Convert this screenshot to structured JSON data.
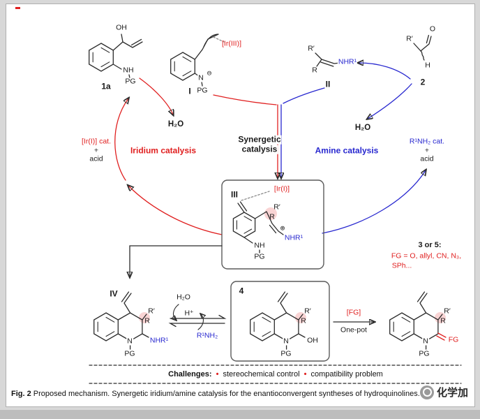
{
  "colors": {
    "red": "#e02020",
    "blue": "#2727cf",
    "pink_highlight": "#f6b9b9"
  },
  "top": {
    "s1a": {
      "oh": "OH",
      "nh": "NH",
      "pg": "PG",
      "label": "1a"
    },
    "sI": {
      "ir": "[Ir(III)]",
      "n": "N",
      "minus": "⊖",
      "pg": "PG",
      "label": "I"
    },
    "sII": {
      "rp": "R′",
      "r": "R",
      "nhr": "NHR¹",
      "label": "II"
    },
    "s2": {
      "o": "O",
      "rp": "R′",
      "h": "H",
      "label": "2"
    }
  },
  "middle": {
    "h2o_left": "H₂O",
    "ir_cat": "[Ir(I)] cat.",
    "ir_plus": "+",
    "ir_acid": "acid",
    "iridium_catalysis": "Iridium catalysis",
    "synergetic_1": "Synergetic",
    "synergetic_2": "catalysis",
    "amine_catalysis": "Amine catalysis",
    "h2o_right": "H₂O",
    "amine_cat": "R¹NH₂ cat.",
    "amine_plus": "+",
    "amine_acid": "acid"
  },
  "center": {
    "label": "III",
    "ir": "[Ir(I)]",
    "rp": "R′",
    "r": "R",
    "nh": "NH",
    "pg": "PG",
    "plus": "⊕",
    "nhr": "NHR¹"
  },
  "fg_note": {
    "line1": "3 or 5:",
    "line2": "FG = O, allyl, CN, N₃,",
    "line3": "SPh..."
  },
  "bottom": {
    "sIV": {
      "label": "IV",
      "rp": "R′",
      "r": "R",
      "n": "N",
      "pg": "PG",
      "nhr": "NHR¹"
    },
    "eq": {
      "h2o": "H₂O",
      "hplus": "H⁺",
      "amine": "R¹NH₂"
    },
    "s4": {
      "label": "4",
      "rp": "R′",
      "r": "R",
      "n": "N",
      "pg": "PG",
      "oh": "OH"
    },
    "arrow": {
      "fg": "[FG]",
      "onepot": "One-pot"
    },
    "prod": {
      "rp": "R′",
      "r": "R",
      "n": "N",
      "pg": "PG",
      "fg": "FG"
    }
  },
  "challenges": {
    "label": "Challenges:",
    "bullet": "•",
    "item1": "stereochemical control",
    "item2": "compatibility problem"
  },
  "caption": {
    "fig": "Fig. 2",
    "text": "Proposed mechanism. Synergetic iridium/amine catalysis for the enantioconvergent syntheses of hydroquinolines.",
    "watermark": "化学加"
  }
}
